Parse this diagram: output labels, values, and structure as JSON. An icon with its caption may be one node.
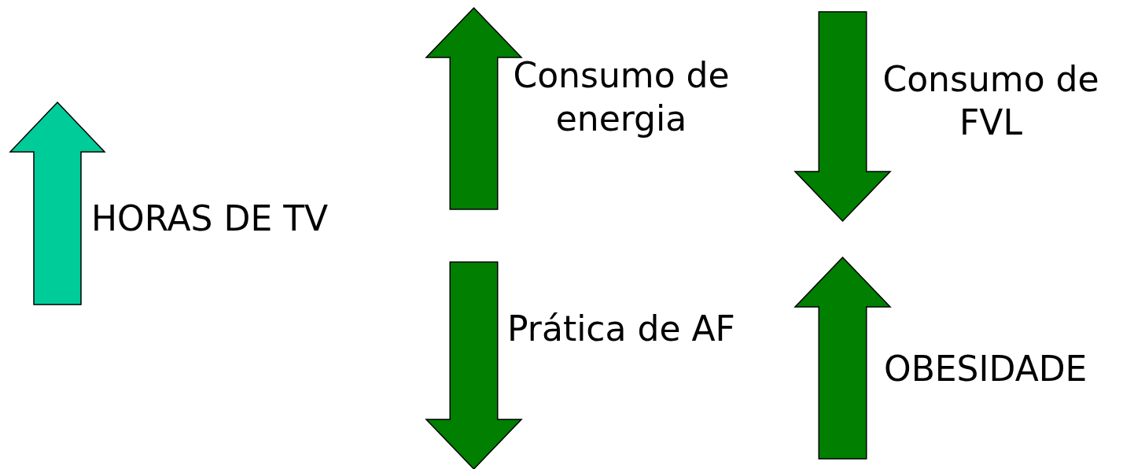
{
  "diagram": {
    "nodes": [
      {
        "text": [],
        "shape": "up-arrow",
        "beside": [
          "HORAS DE TV"
        ]
      },
      {
        "text": [],
        "shape": "up-arrow",
        "beside": [
          "Consumo de energia"
        ]
      },
      {
        "text": [],
        "shape": "down-arrow",
        "beside": [
          "Consumo de FVL"
        ]
      },
      {
        "text": [],
        "shape": "down-arrow",
        "beside": [
          "Prática de AF"
        ]
      },
      {
        "text": [],
        "shape": "up-arrow",
        "beside": [
          "OBESIDADE"
        ]
      }
    ]
  }
}
